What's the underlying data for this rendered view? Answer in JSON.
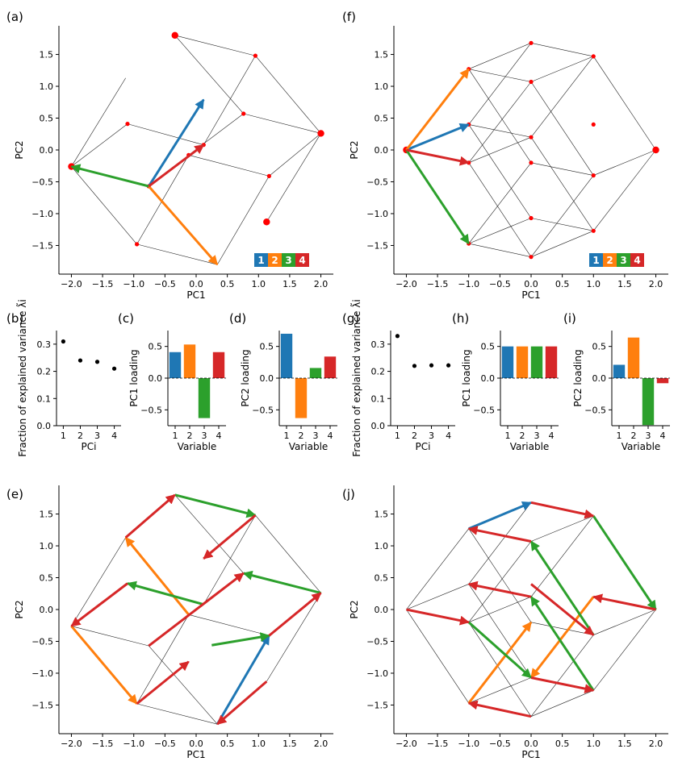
{
  "colors": {
    "v1": "#1f77b4",
    "v2": "#ff7f0e",
    "v3": "#2ca02c",
    "v4": "#d62728",
    "points": "#ff0000",
    "edges": "#222222"
  },
  "panel_labels": {
    "a": "(a)",
    "b": "(b)",
    "c": "(c)",
    "d": "(d)",
    "e": "(e)",
    "f": "(f)",
    "g": "(g)",
    "h": "(h)",
    "i": "(i)",
    "j": "(j)"
  },
  "legend": [
    "1",
    "2",
    "3",
    "4"
  ],
  "chart_data": [
    {
      "id": "a",
      "type": "scatter",
      "xlabel": "PC1",
      "ylabel": "PC2",
      "xlim": [
        -2.2,
        2.2
      ],
      "ylim": [
        -1.95,
        1.95
      ],
      "xticks": [
        -2.0,
        -1.5,
        -1.0,
        -0.5,
        0.0,
        0.5,
        1.0,
        1.5,
        2.0
      ],
      "yticks": [
        -1.5,
        -1.0,
        -0.5,
        0.0,
        0.5,
        1.0,
        1.5
      ],
      "vertices": [
        [
          -0.34,
          1.8
        ],
        [
          0.95,
          1.48
        ],
        [
          -1.13,
          1.13
        ],
        [
          0.76,
          0.57
        ],
        [
          -1.1,
          0.41
        ],
        [
          0.12,
          0.08
        ],
        [
          2.0,
          0.26
        ],
        [
          -2.0,
          -0.26
        ],
        [
          -0.12,
          -0.08
        ],
        [
          1.17,
          -0.41
        ],
        [
          -0.76,
          -0.57
        ],
        [
          1.13,
          -1.13
        ],
        [
          -0.95,
          -1.48
        ],
        [
          0.34,
          -1.8
        ],
        [
          0.25,
          -0.56
        ],
        [
          -0.25,
          0.56
        ]
      ],
      "point_sizes": [
        2,
        1,
        0,
        1,
        1,
        1,
        2,
        2,
        1,
        1,
        1,
        2,
        1,
        0,
        0,
        0
      ],
      "arrows": [
        {
          "var": 1,
          "from": [
            -0.76,
            -0.57
          ],
          "to": [
            0.12,
            0.79
          ]
        },
        {
          "var": 2,
          "from": [
            -0.76,
            -0.57
          ],
          "to": [
            0.34,
            -1.8
          ]
        },
        {
          "var": 3,
          "from": [
            -0.76,
            -0.57
          ],
          "to": [
            -2.0,
            -0.26
          ]
        },
        {
          "var": 4,
          "from": [
            -0.76,
            -0.57
          ],
          "to": [
            0.12,
            0.08
          ]
        }
      ]
    },
    {
      "id": "b",
      "type": "scatter",
      "xlabel": "PCi",
      "ylabel": "Fraction of explained variance λ̃i",
      "x": [
        1,
        2,
        3,
        4
      ],
      "y": [
        0.31,
        0.24,
        0.235,
        0.21
      ],
      "ylim": [
        0,
        0.35
      ],
      "yticks": [
        0.0,
        0.1,
        0.2,
        0.3
      ]
    },
    {
      "id": "c",
      "type": "bar",
      "categories": [
        "1",
        "2",
        "3",
        "4"
      ],
      "values": [
        0.41,
        0.53,
        -0.63,
        0.41
      ],
      "xlabel": "Variable",
      "ylabel": "PC1 loading",
      "ylim": [
        -0.75,
        0.75
      ],
      "yticks": [
        -0.5,
        0.0,
        0.5
      ]
    },
    {
      "id": "d",
      "type": "bar",
      "categories": [
        "1",
        "2",
        "3",
        "4"
      ],
      "values": [
        0.7,
        -0.63,
        0.16,
        0.34
      ],
      "xlabel": "Variable",
      "ylabel": "PC2 loading",
      "ylim": [
        -0.75,
        0.75
      ],
      "yticks": [
        -0.5,
        0.0,
        0.5
      ]
    },
    {
      "id": "e",
      "type": "scatter",
      "xlabel": "PC1",
      "ylabel": "PC2",
      "xlim": [
        -2.2,
        2.2
      ],
      "ylim": [
        -1.95,
        1.95
      ],
      "arrows": [
        {
          "var": 1,
          "from": [
            0.34,
            -1.8
          ],
          "to": [
            1.17,
            -0.41
          ]
        },
        {
          "var": 2,
          "from": [
            -2.0,
            -0.26
          ],
          "to": [
            -0.95,
            -1.48
          ]
        },
        {
          "var": 2,
          "from": [
            -0.12,
            -0.08
          ],
          "to": [
            -1.13,
            1.13
          ]
        },
        {
          "var": 3,
          "from": [
            -0.34,
            1.8
          ],
          "to": [
            0.95,
            1.48
          ]
        },
        {
          "var": 3,
          "from": [
            0.25,
            -0.56
          ],
          "to": [
            1.17,
            -0.41
          ]
        },
        {
          "var": 3,
          "from": [
            2.0,
            0.26
          ],
          "to": [
            0.76,
            0.57
          ]
        },
        {
          "var": 3,
          "from": [
            0.12,
            0.08
          ],
          "to": [
            -1.1,
            0.41
          ]
        },
        {
          "var": 4,
          "from": [
            -1.13,
            1.13
          ],
          "to": [
            -0.34,
            1.8
          ]
        },
        {
          "var": 4,
          "from": [
            0.95,
            1.48
          ],
          "to": [
            0.12,
            0.8
          ]
        },
        {
          "var": 4,
          "from": [
            -1.1,
            0.41
          ],
          "to": [
            -2.0,
            -0.26
          ]
        },
        {
          "var": 4,
          "from": [
            -0.95,
            -1.48
          ],
          "to": [
            -0.12,
            -0.82
          ]
        },
        {
          "var": 4,
          "from": [
            -0.76,
            -0.57
          ],
          "to": [
            0.76,
            0.57
          ]
        },
        {
          "var": 4,
          "from": [
            1.17,
            -0.41
          ],
          "to": [
            2.0,
            0.26
          ]
        },
        {
          "var": 4,
          "from": [
            1.13,
            -1.13
          ],
          "to": [
            0.34,
            -1.8
          ]
        }
      ]
    },
    {
      "id": "f",
      "type": "scatter",
      "xlabel": "PC1",
      "ylabel": "PC2",
      "xlim": [
        -2.2,
        2.2
      ],
      "ylim": [
        -1.95,
        1.95
      ],
      "vertices": [
        [
          0.0,
          1.68
        ],
        [
          1.0,
          1.47
        ],
        [
          -1.0,
          1.27
        ],
        [
          0.0,
          1.07
        ],
        [
          1.0,
          0.4
        ],
        [
          -1.0,
          0.4
        ],
        [
          0.0,
          0.2
        ],
        [
          2.0,
          0.0
        ],
        [
          -2.0,
          0.0
        ],
        [
          0.0,
          -0.2
        ],
        [
          1.0,
          -0.4
        ],
        [
          -1.0,
          -0.2
        ],
        [
          0.0,
          -1.07
        ],
        [
          1.0,
          -1.27
        ],
        [
          -1.0,
          -1.47
        ],
        [
          0.0,
          -1.68
        ]
      ],
      "point_sizes": [
        1,
        1,
        1,
        1,
        1,
        1,
        1,
        2,
        2,
        1,
        1,
        1,
        1,
        1,
        1,
        1
      ],
      "arrows": [
        {
          "var": 1,
          "from": [
            -2.0,
            0.0
          ],
          "to": [
            -1.0,
            0.4
          ]
        },
        {
          "var": 2,
          "from": [
            -2.0,
            0.0
          ],
          "to": [
            -1.0,
            1.27
          ]
        },
        {
          "var": 3,
          "from": [
            -2.0,
            0.0
          ],
          "to": [
            -1.0,
            -1.47
          ]
        },
        {
          "var": 4,
          "from": [
            -2.0,
            0.0
          ],
          "to": [
            -1.0,
            -0.2
          ]
        }
      ]
    },
    {
      "id": "g",
      "type": "scatter",
      "xlabel": "PCi",
      "ylabel": "Fraction of explained variance λ̃i",
      "x": [
        1,
        2,
        3,
        4
      ],
      "y": [
        0.33,
        0.22,
        0.222,
        0.222
      ],
      "ylim": [
        0,
        0.35
      ],
      "yticks": [
        0.0,
        0.1,
        0.2,
        0.3
      ]
    },
    {
      "id": "h",
      "type": "bar",
      "categories": [
        "1",
        "2",
        "3",
        "4"
      ],
      "values": [
        0.5,
        0.5,
        0.5,
        0.5
      ],
      "xlabel": "Variable",
      "ylabel": "PC1 loading",
      "ylim": [
        -0.75,
        0.75
      ],
      "yticks": [
        -0.5,
        0.0,
        0.5
      ]
    },
    {
      "id": "i",
      "type": "bar",
      "categories": [
        "1",
        "2",
        "3",
        "4"
      ],
      "values": [
        0.21,
        0.64,
        -0.74,
        -0.08
      ],
      "xlabel": "Variable",
      "ylabel": "PC2 loading",
      "ylim": [
        -0.75,
        0.75
      ],
      "yticks": [
        -0.5,
        0.0,
        0.5
      ]
    },
    {
      "id": "j",
      "type": "scatter",
      "xlabel": "PC1",
      "ylabel": "PC2",
      "xlim": [
        -2.2,
        2.2
      ],
      "ylim": [
        -1.95,
        1.95
      ],
      "arrows": [
        {
          "var": 1,
          "from": [
            -1.0,
            1.27
          ],
          "to": [
            0.0,
            1.68
          ]
        },
        {
          "var": 2,
          "from": [
            -1.0,
            -1.47
          ],
          "to": [
            0.0,
            -0.2
          ]
        },
        {
          "var": 2,
          "from": [
            1.0,
            0.2
          ],
          "to": [
            0.0,
            -1.07
          ]
        },
        {
          "var": 3,
          "from": [
            1.0,
            1.47
          ],
          "to": [
            2.0,
            0.0
          ]
        },
        {
          "var": 3,
          "from": [
            1.0,
            -0.4
          ],
          "to": [
            0.0,
            1.07
          ]
        },
        {
          "var": 3,
          "from": [
            1.0,
            -1.27
          ],
          "to": [
            0.0,
            0.2
          ]
        },
        {
          "var": 3,
          "from": [
            -1.0,
            -0.2
          ],
          "to": [
            0.0,
            -1.07
          ]
        },
        {
          "var": 4,
          "from": [
            0.0,
            1.68
          ],
          "to": [
            1.0,
            1.47
          ]
        },
        {
          "var": 4,
          "from": [
            0.0,
            1.07
          ],
          "to": [
            -1.0,
            1.27
          ]
        },
        {
          "var": 4,
          "from": [
            0.0,
            0.2
          ],
          "to": [
            -1.0,
            0.4
          ]
        },
        {
          "var": 4,
          "from": [
            2.0,
            0.0
          ],
          "to": [
            1.0,
            0.2
          ]
        },
        {
          "var": 4,
          "from": [
            -2.0,
            0.0
          ],
          "to": [
            -1.0,
            -0.2
          ]
        },
        {
          "var": 4,
          "from": [
            0.0,
            0.4
          ],
          "to": [
            1.0,
            -0.4
          ]
        },
        {
          "var": 4,
          "from": [
            0.0,
            -1.07
          ],
          "to": [
            1.0,
            -1.27
          ]
        },
        {
          "var": 4,
          "from": [
            0.0,
            -1.68
          ],
          "to": [
            -1.0,
            -1.47
          ]
        }
      ]
    }
  ]
}
